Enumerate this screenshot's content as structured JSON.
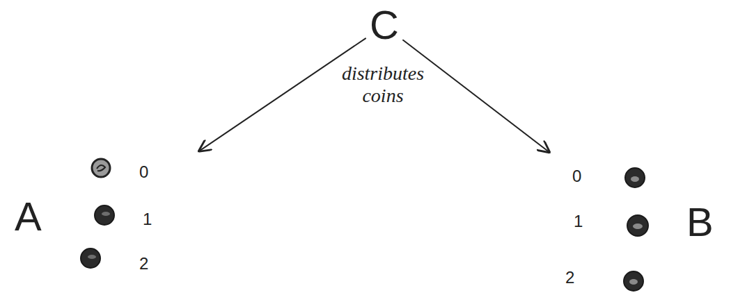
{
  "diagram": {
    "nodes": [
      {
        "text": [
          "C"
        ]
      },
      {
        "text": [
          "A"
        ]
      },
      {
        "text": [
          "B"
        ]
      }
    ],
    "edges": [
      {
        "from": 0,
        "to": 1,
        "arrow": "to"
      },
      {
        "from": 0,
        "to": 2,
        "arrow": "to"
      }
    ],
    "labels": [
      "distributes coins",
      "0",
      "1",
      "2",
      "0",
      "1",
      "2"
    ]
  }
}
